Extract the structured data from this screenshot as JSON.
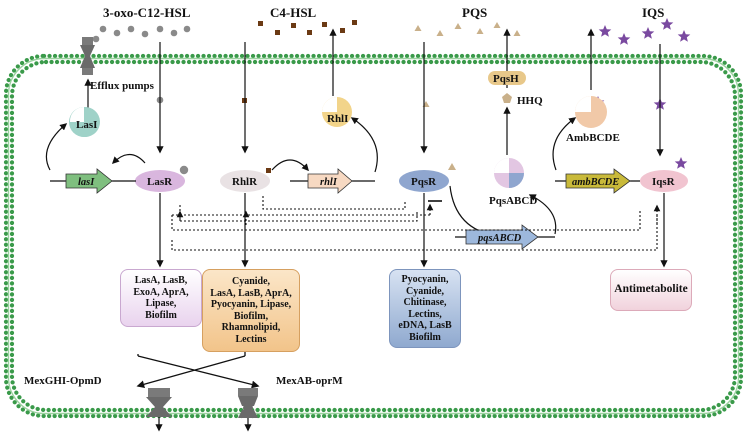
{
  "signals": {
    "oxo": "3-oxo-C12-HSL",
    "c4": "C4-HSL",
    "pqs": "PQS",
    "iqs": "IQS"
  },
  "labels": {
    "efflux": "Efflux pumps",
    "lasI": "LasI",
    "lasR": "LasR",
    "lasI_gene": "lasI",
    "rhlR": "RhlR",
    "rhlI": "RhlI",
    "rhlI_gene": "rhlI",
    "pqsR": "PqsR",
    "pqsH": "PqsH",
    "hhq": "HHQ",
    "pqsABCD": "PqsABCD",
    "pqsABCD_gene": "pqsABCD",
    "ambBCDE": "AmbBCDE",
    "ambBCDE_gene": "ambBCDE",
    "iqsR": "IqsR",
    "mexGHI": "MexGHI-OpmD",
    "mexAB": "MexAB-oprM"
  },
  "boxes": {
    "las": [
      "LasA, LasB,",
      "ExoA, AprA,",
      "Lipase,",
      "Biofilm"
    ],
    "rhl": [
      "Cyanide,",
      "LasA, LasB, AprA,",
      "Pyocyanin, Lipase,",
      "Biofilm,",
      "Rhamnolipid,",
      "Lectins"
    ],
    "pqs": [
      "Pyocyanin,",
      "Cyanide,",
      "Chitinase,",
      "Lectins,",
      "eDNA, LasB",
      "Biofilm"
    ],
    "iqs": [
      "Antimetabolite"
    ]
  },
  "colors": {
    "membrane": "#3a9a4a",
    "oxo_molecule": "#8a8a8a",
    "c4_molecule": "#6b3a14",
    "pqs_molecule": "#c9b08a",
    "iqs_molecule": "#7a4aa0",
    "lasI_protein": "#9fd2c8",
    "lasR_protein": "#d9b6de",
    "rhlR_protein": "#e9e2e4",
    "rhlI_protein": "#f2d48a",
    "pqsR_protein": "#8fa6cf",
    "pqsH_protein": "#e8c88a",
    "pqsABCD_protein": "#e2c6e2",
    "ambBCDE_protein": "#f1c9a8",
    "iqsR_protein": "#f1c4d0",
    "gene_lasI": "#7fbf7f",
    "gene_rhlI": "#f7d9c2",
    "gene_pqsABCD": "#9db8dc",
    "gene_ambBCDE": "#c9ba3a"
  }
}
